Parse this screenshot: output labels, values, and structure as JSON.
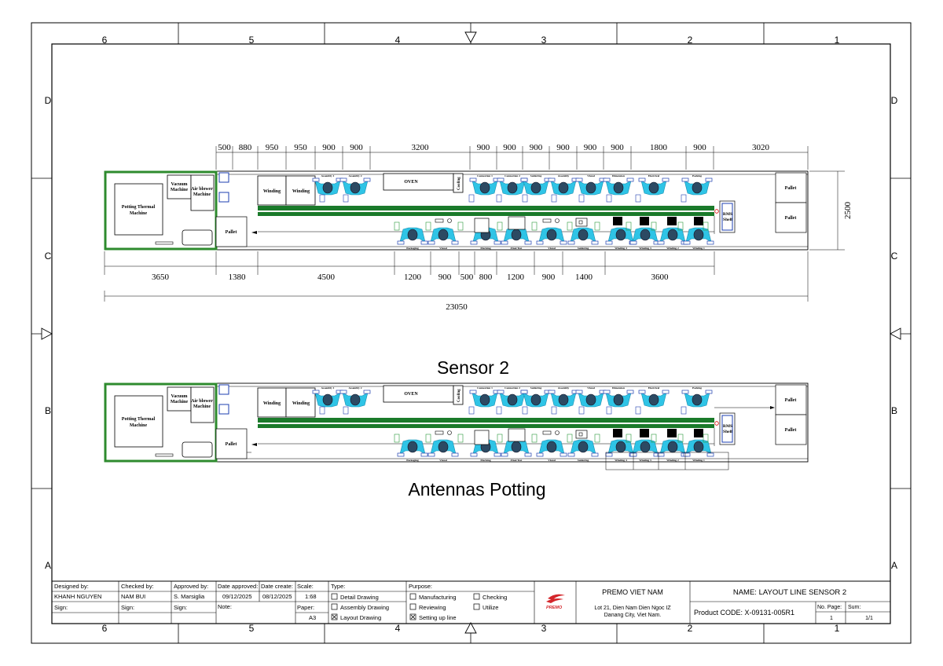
{
  "frame": {
    "cols_top": [
      "6",
      "5",
      "4",
      "3",
      "2",
      "1"
    ],
    "rows": [
      "D",
      "C",
      "B",
      "A"
    ]
  },
  "layout1": {
    "top_dims": [
      "500",
      "880",
      "950",
      "950",
      "900",
      "900",
      "3200",
      "900",
      "900",
      "900",
      "900",
      "900",
      "900",
      "1800",
      "900",
      "3020"
    ],
    "bottom_dims": [
      "3650",
      "1380",
      "4500",
      "1200",
      "900",
      "500",
      "800",
      "1200",
      "900",
      "1400",
      "3600"
    ],
    "total": "23050",
    "height_dim": "2500"
  },
  "stations": {
    "potting_thermal": "Potting Thermal Machine",
    "vacuum": "Vacuum Machine",
    "air_blower": "Air blower Machine",
    "pallet": "Pallet",
    "winding": "Winding",
    "oven": "OVEN",
    "cooling": "Cooling",
    "rms_shelf": "RMS Shelf",
    "top_ops": [
      "Assembly 1",
      "Assembly 2",
      "Connection 1",
      "Connection 2",
      "Soldering",
      "Assembly",
      "Visual",
      "Dimension",
      "Electrical",
      "Packing"
    ],
    "bottom_ops": [
      "Packaging",
      "Visual",
      "Marking",
      "Final Test",
      "Visual",
      "Soldering",
      "Winding 4",
      "Winding 3",
      "Winding 2",
      "Winding 1"
    ]
  },
  "captions": {
    "sensor": "Sensor 2",
    "antennas": "Antennas Potting"
  },
  "title_block": {
    "designed_by_label": "Designed by:",
    "designed_by": "KHANH NGUYEN",
    "checked_by_label": "Checked by:",
    "checked_by": "NAM BUI",
    "approved_by_label": "Approved by:",
    "approved_by": "S. Marsiglia",
    "date_approved_label": "Date approved:",
    "date_approved": "09/12/2025",
    "date_create_label": "Date create:",
    "date_create": "08/12/2025",
    "scale_label": "Scale:",
    "scale": "1:68",
    "paper_label": "Paper:",
    "paper": "A3",
    "note_label": "Note:",
    "sign_label": "Sign:",
    "type_label": "Type:",
    "types": [
      "Detail Drawing",
      "Assembly Drawing",
      "Layout Drawing"
    ],
    "purpose_label": "Purpose:",
    "purposes": [
      "Manufacturing",
      "Reviewing",
      "Setting up line",
      "Checking",
      "Utilize"
    ],
    "company": "PREMO VIET NAM",
    "address1": "Lot 21, Dien Nam Dien Ngoc IZ",
    "address2": "Danang City, Viet Nam.",
    "logo_text": "PREMO",
    "name": "NAME: LAYOUT LINE SENSOR 2",
    "product_code": "Product CODE:  X-09131-005R1",
    "no_page_label": "No. Page:",
    "no_page": "1",
    "sum_label": "Sum:",
    "sum": "1/1"
  },
  "colors": {
    "line_green": "#1a7a2a",
    "frame_green": "#2e8b2e",
    "operator_cyan": "#2fc4e6",
    "logo_red": "#d4262b"
  }
}
